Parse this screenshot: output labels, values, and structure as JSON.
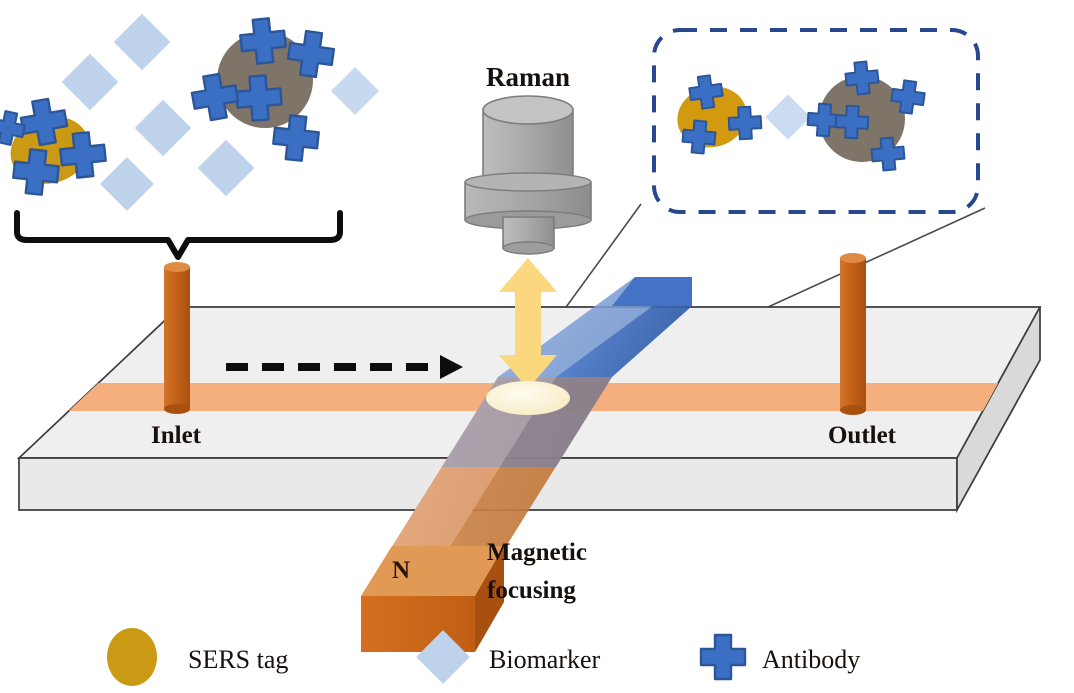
{
  "figure": {
    "title_text": "Raman",
    "description": "SERS-based microfluidic biosensor with magnetic focusing"
  },
  "labels": {
    "raman": "Raman",
    "inlet": "Inlet",
    "outlet": "Outlet",
    "magnetic_focusing_line1": "Magnetic",
    "magnetic_focusing_line2": "focusing",
    "magnet_pole": "N"
  },
  "legend": {
    "items": [
      {
        "label": "SERS tag",
        "shape": "ellipse",
        "color": "#CA9A15"
      },
      {
        "label": "Biomarker",
        "shape": "diamond",
        "color": "#BED2EC"
      },
      {
        "label": "Antibody",
        "shape": "cross",
        "color": "#3A6FC4"
      }
    ]
  },
  "colors": {
    "sers_tag_gold": "#CA9A15",
    "biomarker_blue": "#BED2EC",
    "antibody_blue": "#3A6FC4",
    "antibody_outline": "#2D5699",
    "magnetic_bead_gray": "#7E7468",
    "chip_top": "#EFEFEF",
    "chip_front": "#E8E8E8",
    "chip_side": "#D8D8D8",
    "chip_edge": "#3C3C3C",
    "channel_orange": "#F5AE7E",
    "port_orange": "#C8651B",
    "magnet_blue_top": "#4472C4",
    "magnet_orange": "#C8601A",
    "laser_arrow_yellow": "#FBD77E",
    "detection_spot": "#FBF4D8",
    "inset_border": "#27478E",
    "probe_gray": "#A9A9A9",
    "probe_gray_dark": "#8E8E8E"
  },
  "scene": {
    "sample_particles": {
      "sers_tag_count": 1,
      "magnetic_bead_count": 1,
      "free_biomarker_count": 6
    },
    "inset_complex": {
      "description": "sandwich immunocomplex",
      "components": [
        "SERS tag",
        "Biomarker",
        "Magnetic bead"
      ]
    },
    "flow_direction": "left-to-right",
    "laser_arrow": "bidirectional-vertical"
  }
}
